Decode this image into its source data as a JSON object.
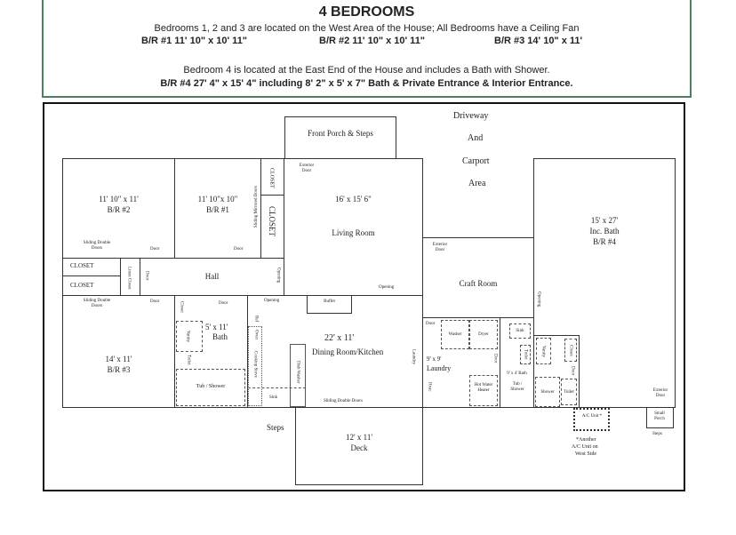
{
  "header": {
    "title": "4  BEDROOMS",
    "line1": "Bedrooms 1, 2 and 3 are located on the West Area of the House; All Bedrooms have a Ceiling Fan",
    "br1": "B/R #1   11' 10\" x 10' 11\"",
    "br2": "B/R #2   11' 10\" x 10' 11\"",
    "br3": "B/R #3   14' 10\" x 11'",
    "line3": "Bedroom 4 is located at the East End of the House and includes a Bath with Shower.",
    "line4": "B/R #4   27' 4\" x 15' 4\" including 8' 2\" x 5' x 7\" Bath & Private Entrance & Interior Entrance."
  },
  "plan": {
    "front_porch": "Front Porch & Steps",
    "driveway": [
      "Driveway",
      "And",
      "Carport",
      "Area"
    ],
    "br2": {
      "size": "11' 10\" x 11'",
      "name": "B/R #2",
      "door1": "Sliding Double Doors",
      "door2": "Door"
    },
    "br1": {
      "size": "11' 10\"x 10\"",
      "name": "B/R #1",
      "door": "Door",
      "sliding": "Sliding Mirrored Doors"
    },
    "closet": "CLOSET",
    "closet2": "CLOSET",
    "closet_a": "CLOSET",
    "closet_b": "CLOSET",
    "linen": "Linen Closet",
    "hall": {
      "name": "Hall",
      "door": "Door",
      "opening": "Opening"
    },
    "living": {
      "size": "16' x 15' 6\"",
      "name": "Living Room",
      "exterior": "Exterior Door",
      "opening": "Opening"
    },
    "br3": {
      "size": "14' x 11'",
      "name": "B/R #3",
      "door1": "Sliding Double Doors",
      "door2": "Door"
    },
    "bath": {
      "size": "5' x 11'",
      "name": "Bath",
      "closet": "Closet",
      "door": "Door",
      "vanity": "Vanity",
      "toilet": "Toilet",
      "tub": "Tub / Shower"
    },
    "dining": {
      "size": "22' x 11'",
      "name": "Dining Room/Kitchen",
      "opening": "Opening",
      "buffet": "Buffet",
      "ref": "Ref",
      "oven": "Oven",
      "cooktop": "Cooktop Stove",
      "sink": "Sink",
      "dishwasher": "Dish Washer",
      "sliding": "Sliding Double Doors",
      "laundry_door": "Laundry"
    },
    "deck": {
      "steps": "Steps",
      "size": "12' x 11'",
      "name": "Deck"
    },
    "craft": {
      "name": "Craft Room",
      "exterior": "Exterior Door",
      "opening": "Opening"
    },
    "laundry": {
      "size": "9' x 9'",
      "name": "Laundry",
      "door": "Door",
      "washer": "Washer",
      "dryer": "Dryer",
      "door2": "Door",
      "heater": "Hot Water Heater",
      "hvac": "Hvac"
    },
    "tub_bath": {
      "size": "9' x 4' Bath",
      "name": "Tub / Shower",
      "sink": "Sink",
      "toilet": "Toilet"
    },
    "br4": {
      "size": "15' x 27'",
      "incl": "Inc. Bath",
      "name": "B/R #4",
      "exterior": "Exterior Door",
      "vanity": "Vanity",
      "closet": "Closet",
      "door": "Door",
      "shower": "Shower",
      "toilet": "Toilet"
    },
    "ac": "A/C Unit *",
    "ac_note": [
      "*Another",
      "A/C Unit on",
      "West Side"
    ],
    "small_porch": "Small Porch",
    "steps": "Steps"
  }
}
